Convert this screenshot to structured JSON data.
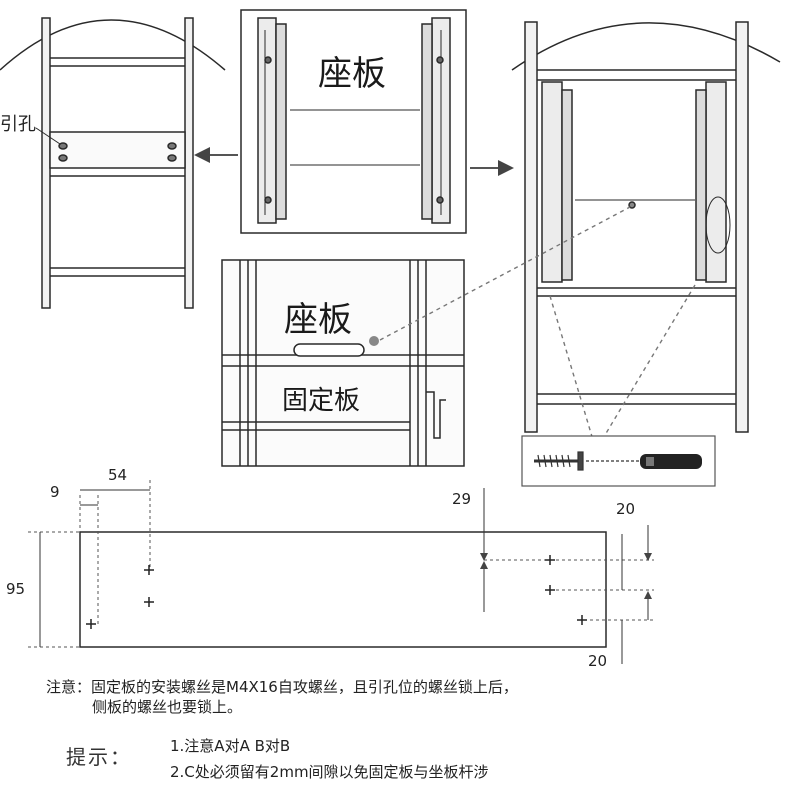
{
  "labels": {
    "seat_board_top": "座板",
    "seat_board_detail": "座板",
    "fixing_board": "固定板",
    "pilot_hole": "引孔"
  },
  "dimensions": {
    "d9": "9",
    "d54": "54",
    "d95": "95",
    "d29": "29",
    "d20_top": "20",
    "d20_bottom": "20"
  },
  "notes": {
    "note_line1": "注意：固定板的安装螺丝是M4X16自攻螺丝，且引孔位的螺丝锁上后，",
    "note_line2": "侧板的螺丝也要锁上。",
    "tip_title": "提示：",
    "tip1": "1.注意A对A B对B",
    "tip2": "2.C处必须留有2mm间隙以免固定板与坐板杆涉"
  },
  "colors": {
    "line": "#2a2a2a",
    "fill": "#f7f7f7",
    "dash": "#777777"
  }
}
